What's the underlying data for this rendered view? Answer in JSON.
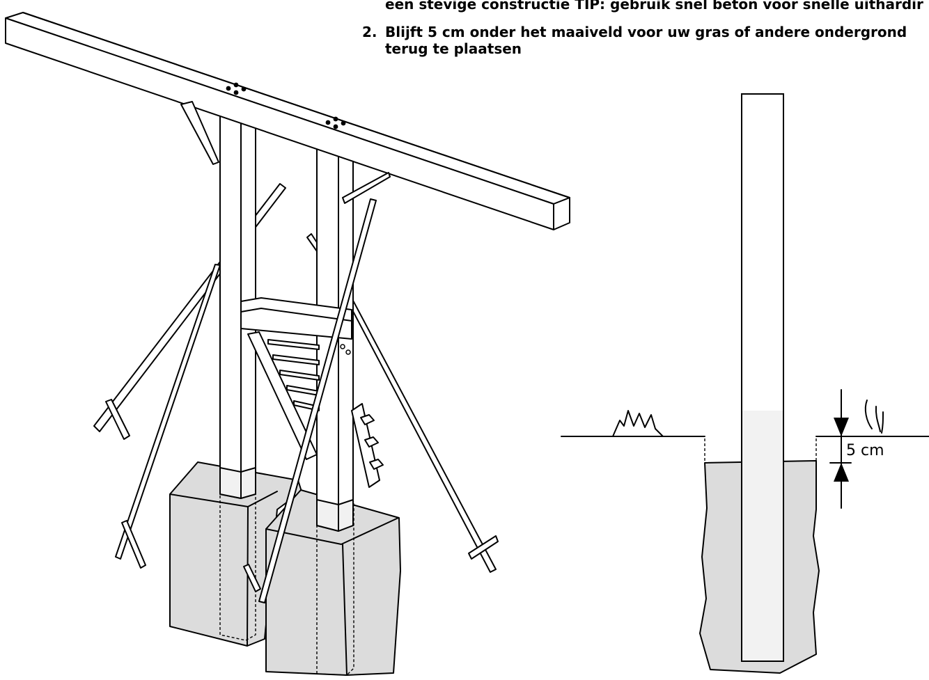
{
  "instructions": {
    "line1": "een stevige constructie TIP: gebruik snel beton voor snelle uithardir",
    "step2": {
      "number": "2.",
      "text": "Blijft 5 cm onder het maaiveld voor uw gras of andere ondergrond terug te plaatsen"
    }
  },
  "detail": {
    "dimension_label": "5 cm"
  },
  "colors": {
    "line": "#000000",
    "concrete": "#dcdcdc",
    "post_fill": "#ffffff",
    "post_lower": "#f1f1f1"
  }
}
